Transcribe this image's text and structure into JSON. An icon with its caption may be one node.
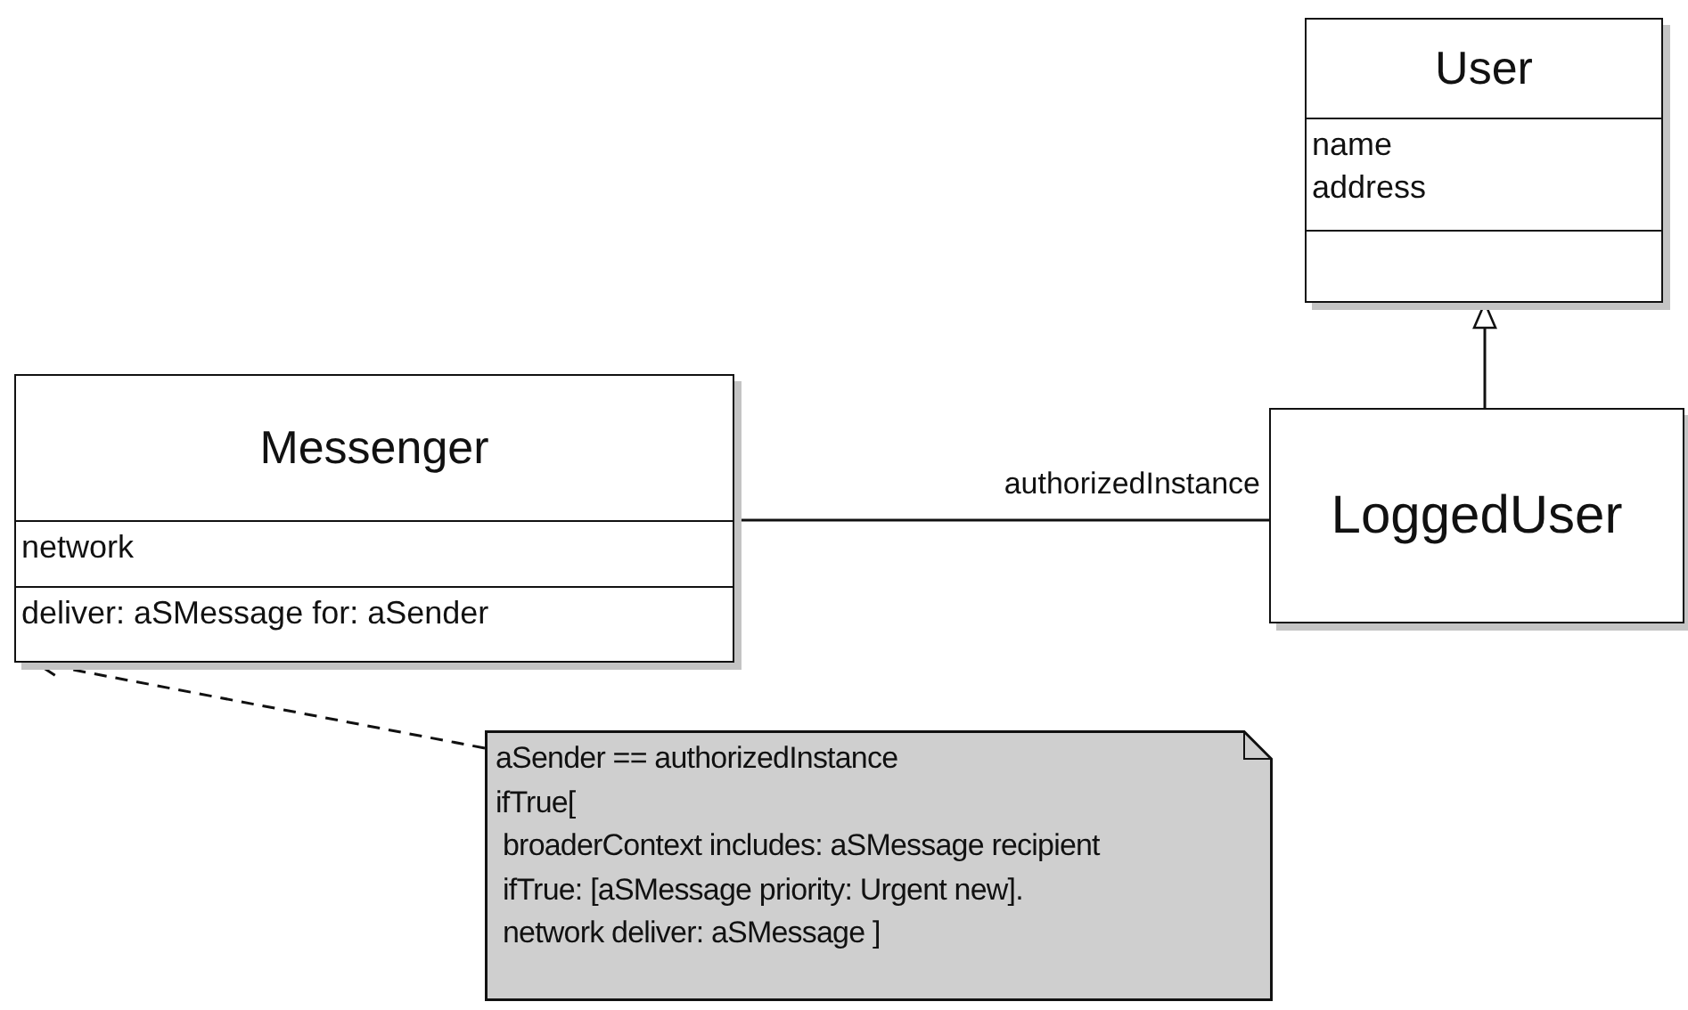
{
  "diagram": {
    "nodes": [
      {
        "text": [
          "User",
          "name",
          "address"
        ]
      },
      {
        "text": [
          "Messenger",
          "network",
          "deliver: aSMessage for: aSender"
        ]
      },
      {
        "text": [
          "LoggedUser"
        ]
      },
      {
        "text": [
          "aSender == authorizedInstance",
          "ifTrue[",
          "broaderContext includes: aSMessage recipient",
          "ifTrue: [aSMessage priority: Urgent new].",
          "network deliver: aSMessage ]"
        ]
      }
    ],
    "edges": [
      {
        "from": 2,
        "to": 0,
        "arrow": "to"
      },
      {
        "from": 1,
        "to": 2,
        "arrow": "none",
        "label": "authorizedInstance"
      },
      {
        "from": 3,
        "to": 1,
        "arrow": "to",
        "style": "dashed"
      }
    ]
  }
}
